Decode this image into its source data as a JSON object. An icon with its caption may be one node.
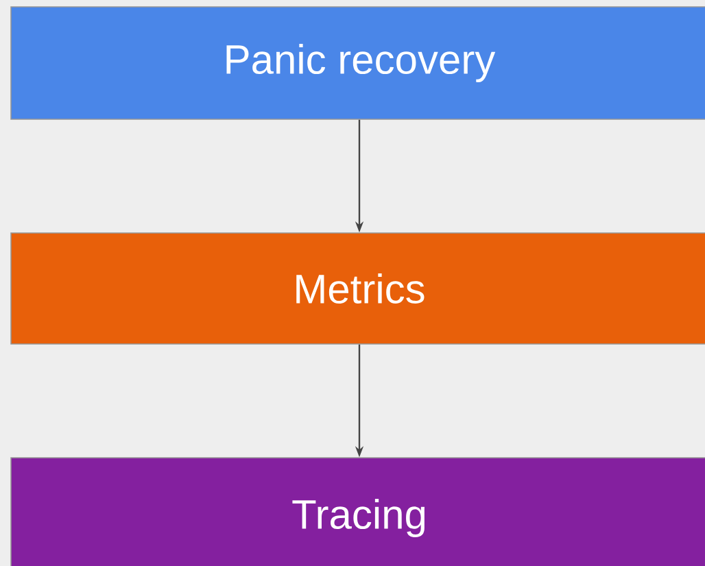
{
  "diagram": {
    "nodes": [
      {
        "text": [
          "Panic recovery"
        ]
      },
      {
        "text": [
          "Metrics"
        ]
      },
      {
        "text": [
          "Tracing"
        ]
      }
    ],
    "edges": [
      {
        "from": 0,
        "to": 1,
        "arrow": "to"
      },
      {
        "from": 1,
        "to": 2,
        "arrow": "to"
      }
    ]
  }
}
